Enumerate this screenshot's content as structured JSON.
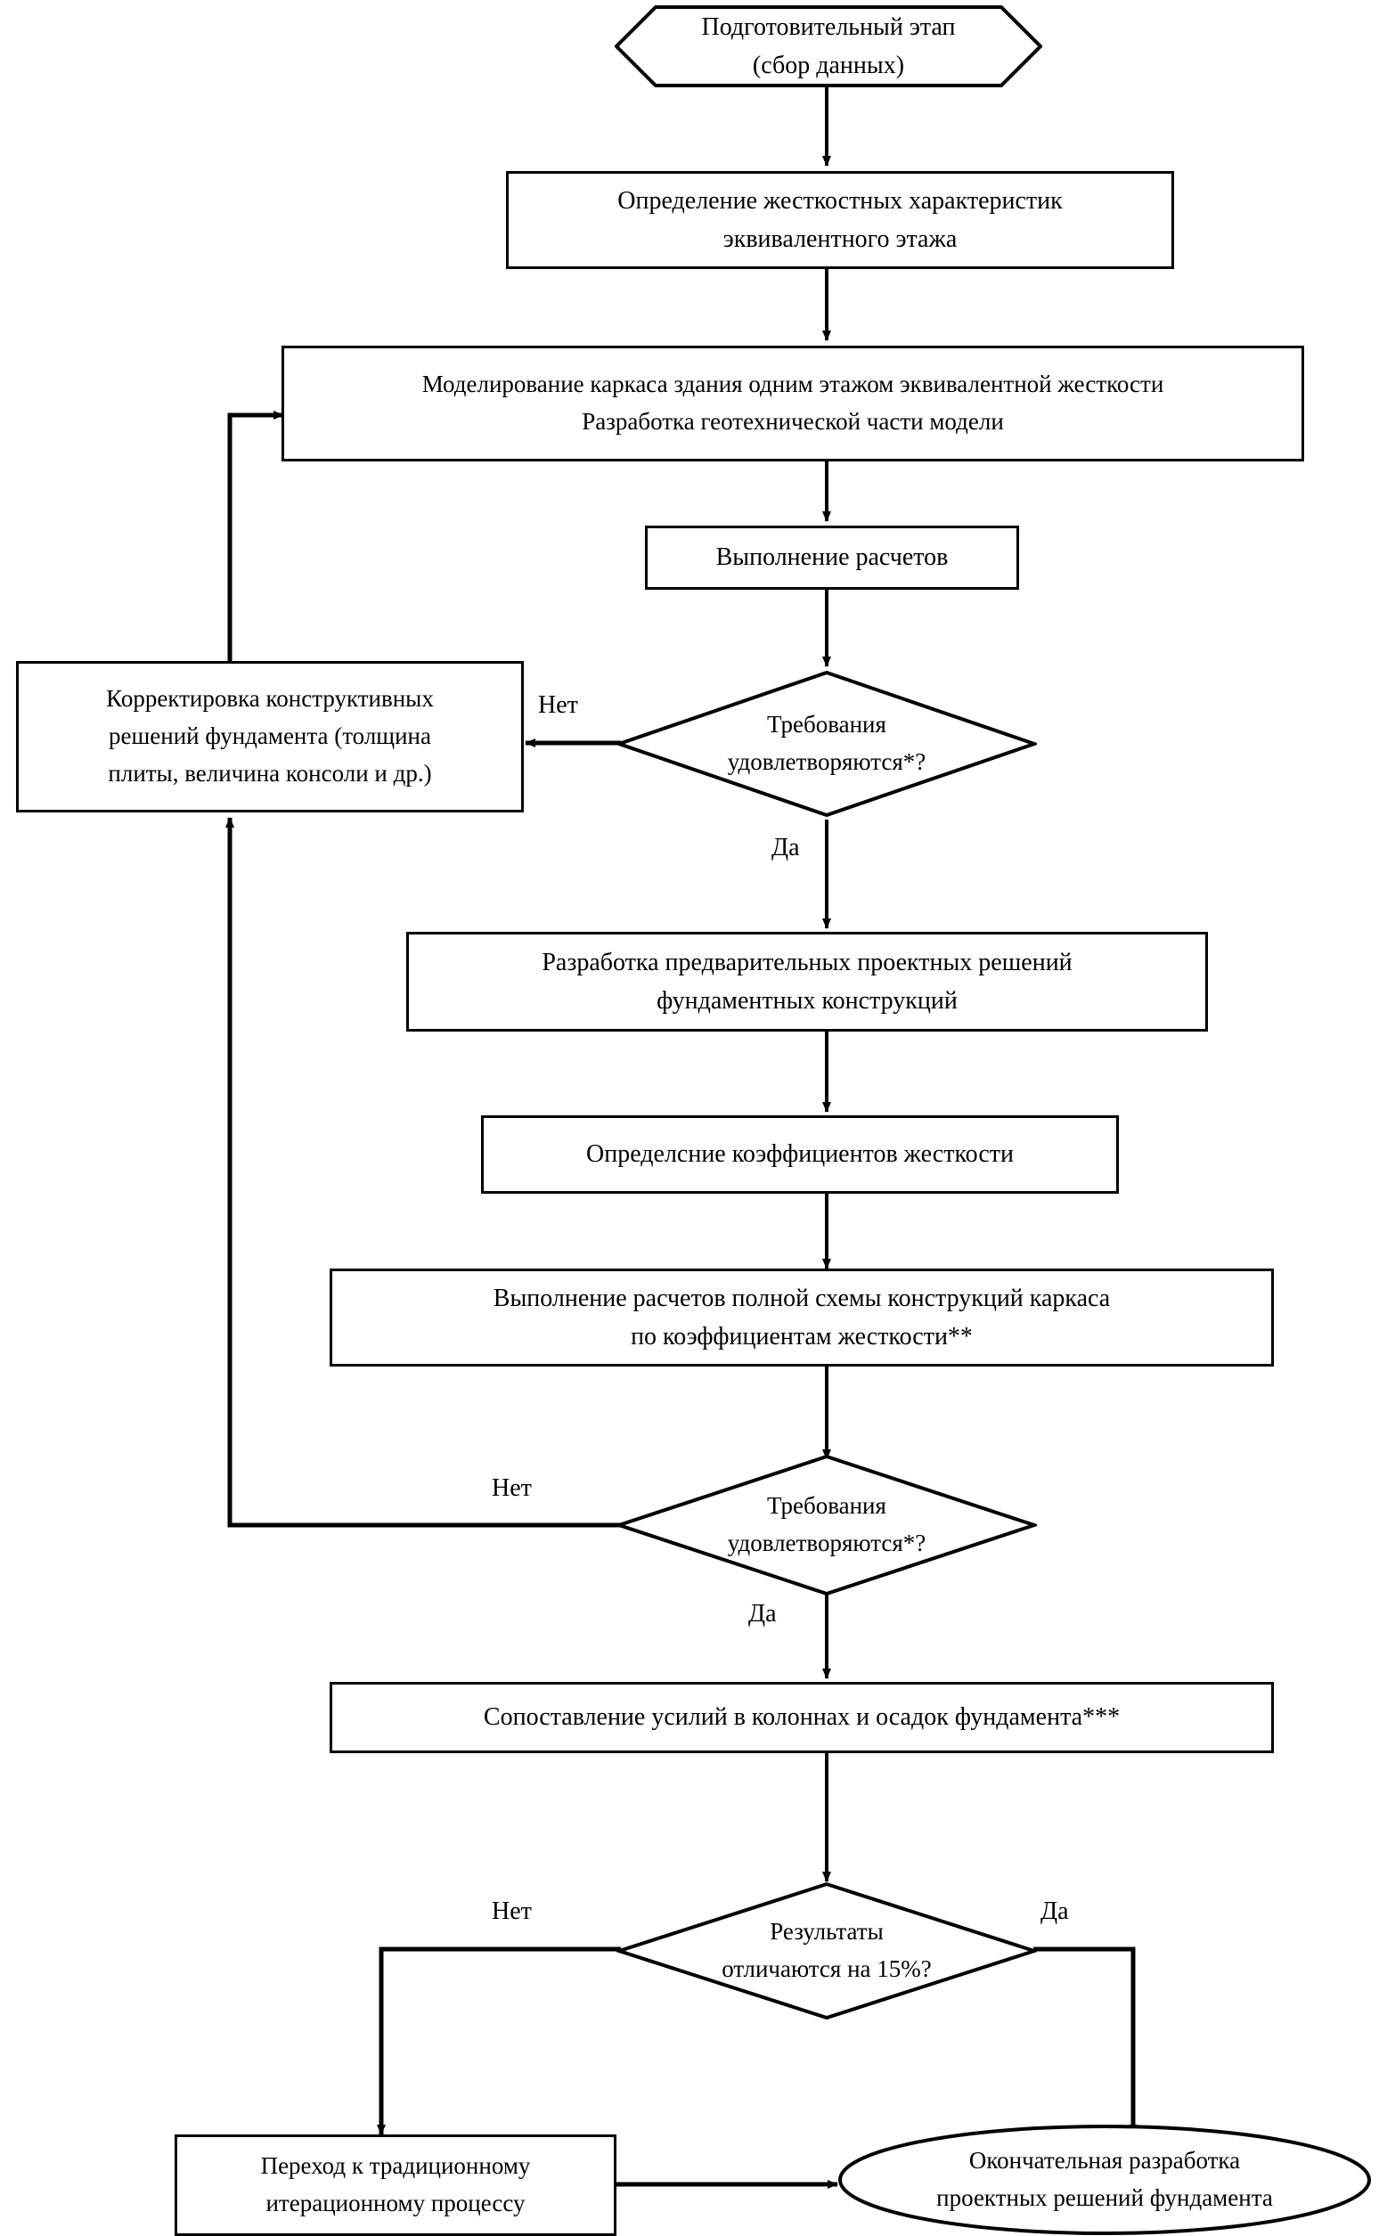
{
  "diagram": {
    "title": "Блок-схема расчета фундамента",
    "language": "ru",
    "line_color": "#000000",
    "fill_color": "#ffffff"
  },
  "nodes": {
    "preparation": {
      "shape": "hexagon",
      "text": "Подготовительный этап\n(сбор данных)"
    },
    "stiffness_characteristics": {
      "shape": "rectangle",
      "text": "Определение жесткостных характеристик\nэквивалентного этажа"
    },
    "modeling": {
      "shape": "rectangle",
      "text": "Моделирование каркаса здания одним этажом эквивалентной жесткости\nРазработка геотехнической части модели"
    },
    "calculations": {
      "shape": "rectangle",
      "text": "Выполнение расчетов"
    },
    "requirements_1": {
      "shape": "diamond",
      "text": "Требования\nудовлетворяются*?"
    },
    "correction": {
      "shape": "rectangle",
      "text": "Корректировка конструктивных\nрешений фундамента (толщина\nплиты, величина консоли и др.)"
    },
    "preliminary_design": {
      "shape": "rectangle",
      "text": "Разработка предварительных проектных решений\nфундаментных конструкций"
    },
    "stiffness_coefficients": {
      "shape": "rectangle",
      "text": "Определсние коэффициентов жесткости"
    },
    "full_scheme_calc": {
      "shape": "rectangle",
      "text": "Выполнение расчетов полной схемы конструкций каркаса\nпо коэффициентам жесткости**"
    },
    "requirements_2": {
      "shape": "diamond",
      "text": "Требования\nудовлетворяются*?"
    },
    "comparison": {
      "shape": "rectangle",
      "text": "Сопоставление усилий в колоннах и осадок фундамента***"
    },
    "results_differ": {
      "shape": "diamond",
      "text": "Результаты\nотличаются на 15%?"
    },
    "traditional_process": {
      "shape": "rectangle",
      "text": "Переход к традиционному\nитерационному процессу"
    },
    "final_design": {
      "shape": "ellipse",
      "text": "Окончательная разработка\nпроектных решений фундамента"
    }
  },
  "edge_labels": {
    "no_1": "Нет",
    "yes_1": "Да",
    "no_2": "Нет",
    "yes_2": "Да",
    "no_3": "Нет",
    "yes_3": "Да"
  }
}
